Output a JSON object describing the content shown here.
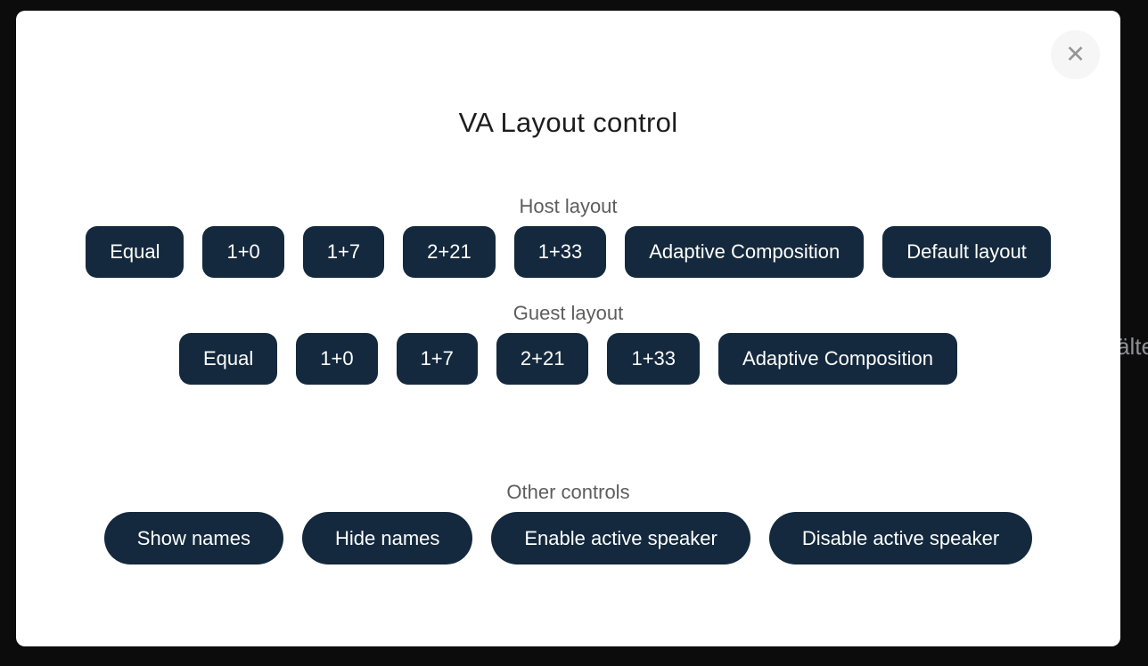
{
  "overlay": {
    "background_fragment": "älte"
  },
  "modal": {
    "title": "VA Layout control",
    "close_icon_glyph": "✕"
  },
  "sections": {
    "host": {
      "label": "Host layout",
      "buttons": [
        "Equal",
        "1+0",
        "1+7",
        "2+21",
        "1+33",
        "Adaptive Composition",
        "Default layout"
      ]
    },
    "guest": {
      "label": "Guest layout",
      "buttons": [
        "Equal",
        "1+0",
        "1+7",
        "2+21",
        "1+33",
        "Adaptive Composition"
      ]
    },
    "other": {
      "label": "Other controls",
      "buttons": [
        "Show names",
        "Hide names",
        "Enable active speaker",
        "Disable active speaker"
      ]
    }
  },
  "colors": {
    "backdrop": "#0c0c0c",
    "modal_background": "#ffffff",
    "button_background": "#14293d",
    "button_text": "#ffffff",
    "section_label": "#5d5d5d",
    "title_text": "#1d1d1f",
    "close_button_background": "#f6f6f6",
    "close_icon": "#959595",
    "background_fragment_text": "#8e9094"
  }
}
